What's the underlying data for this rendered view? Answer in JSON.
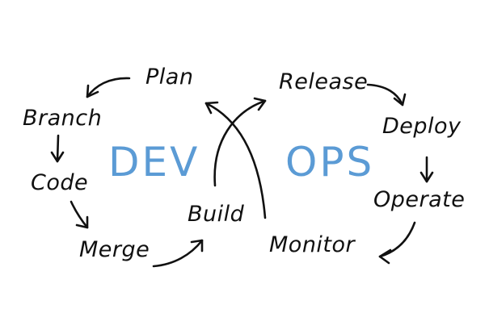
{
  "colors": {
    "ink": "#111111",
    "accent": "#5b9bd5",
    "background": "#ffffff"
  },
  "sections": {
    "dev": "DEV",
    "ops": "OPS"
  },
  "stages": {
    "plan": "Plan",
    "branch": "Branch",
    "code": "Code",
    "merge": "Merge",
    "build": "Build",
    "release": "Release",
    "deploy": "Deploy",
    "operate": "Operate",
    "monitor": "Monitor"
  }
}
